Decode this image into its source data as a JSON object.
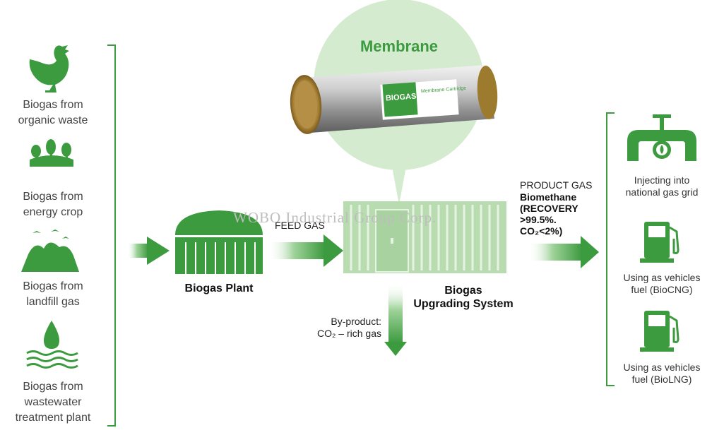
{
  "sources": [
    {
      "label": "Biogas from\norganic waste",
      "icon": "chicken-icon"
    },
    {
      "label": "Biogas from\nenergy crop",
      "icon": "crop-icon"
    },
    {
      "label": "Biogas from\nlandfill gas",
      "icon": "landfill-icon"
    },
    {
      "label": "Biogas from\nwastewater\ntreatment plant",
      "icon": "water-drop-icon"
    }
  ],
  "membrane": {
    "title": "Membrane",
    "cartridge_brand": "BIOGAS",
    "cartridge_text": "Membrane Cartridge"
  },
  "plant": {
    "label": "Biogas Plant"
  },
  "feed_gas": {
    "label": "FEED GAS"
  },
  "upgrading": {
    "label": "Biogas\nUpgrading System"
  },
  "byproduct": {
    "label": "By-product:\nCO₂ – rich gas"
  },
  "product": {
    "title": "PRODUCT GAS",
    "bold": "Biomethane\n(RECOVERY\n>99.5%.\nCO₂<2%)"
  },
  "outputs": [
    {
      "label": "Injecting into\nnational gas grid",
      "icon": "gas-grid-icon"
    },
    {
      "label": "Using as vehicles\nfuel (BioCNG)",
      "icon": "fuel-pump-icon"
    },
    {
      "label": "Using as vehicles\nfuel (BioLNG)",
      "icon": "fuel-pump-icon"
    }
  ],
  "watermark": "WOBO Industrial Group Corp.",
  "colors": {
    "green": "#3c9a3f",
    "light_green": "#d6ecd2",
    "circle": "#d4ebd0"
  }
}
